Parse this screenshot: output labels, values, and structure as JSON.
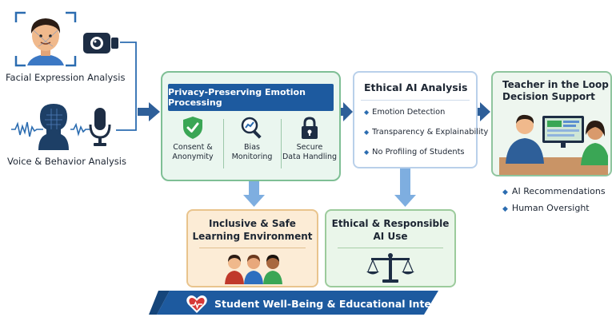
{
  "inputs": {
    "facial_label": "Facial Expression Analysis",
    "voice_label": "Voice & Behavior Analysis"
  },
  "privacy": {
    "title": "Privacy-Preserving Emotion Processing",
    "columns": [
      {
        "line1": "Consent &",
        "line2": "Anonymity",
        "icon": "shield-check-icon"
      },
      {
        "line1": "Bias",
        "line2": "Monitoring",
        "icon": "magnifier-chart-icon"
      },
      {
        "line1": "Secure",
        "line2": "Data Handling",
        "icon": "padlock-icon"
      }
    ]
  },
  "ethical": {
    "title": "Ethical AI Analysis",
    "items": [
      "Emotion Detection",
      "Transparency & Explainability",
      "No Profiling of Students"
    ]
  },
  "teacher": {
    "title_line1": "Teacher in the Loop",
    "title_line2": "Decision Support",
    "bullets": [
      "AI Recommendations",
      "Human Oversight"
    ]
  },
  "inclusive": {
    "title_line1": "Inclusive & Safe",
    "title_line2": "Learning Environment"
  },
  "responsible": {
    "title_line1": "Ethical & Responsible",
    "title_line2": "AI Use"
  },
  "banner": {
    "text": "Student Well-Being & Educational Integrity"
  },
  "colors": {
    "navy": "#1d5a9f",
    "arrow_blue": "#2e5f99",
    "light_arrow": "#7eaee0",
    "green_accent": "#3aa655"
  }
}
